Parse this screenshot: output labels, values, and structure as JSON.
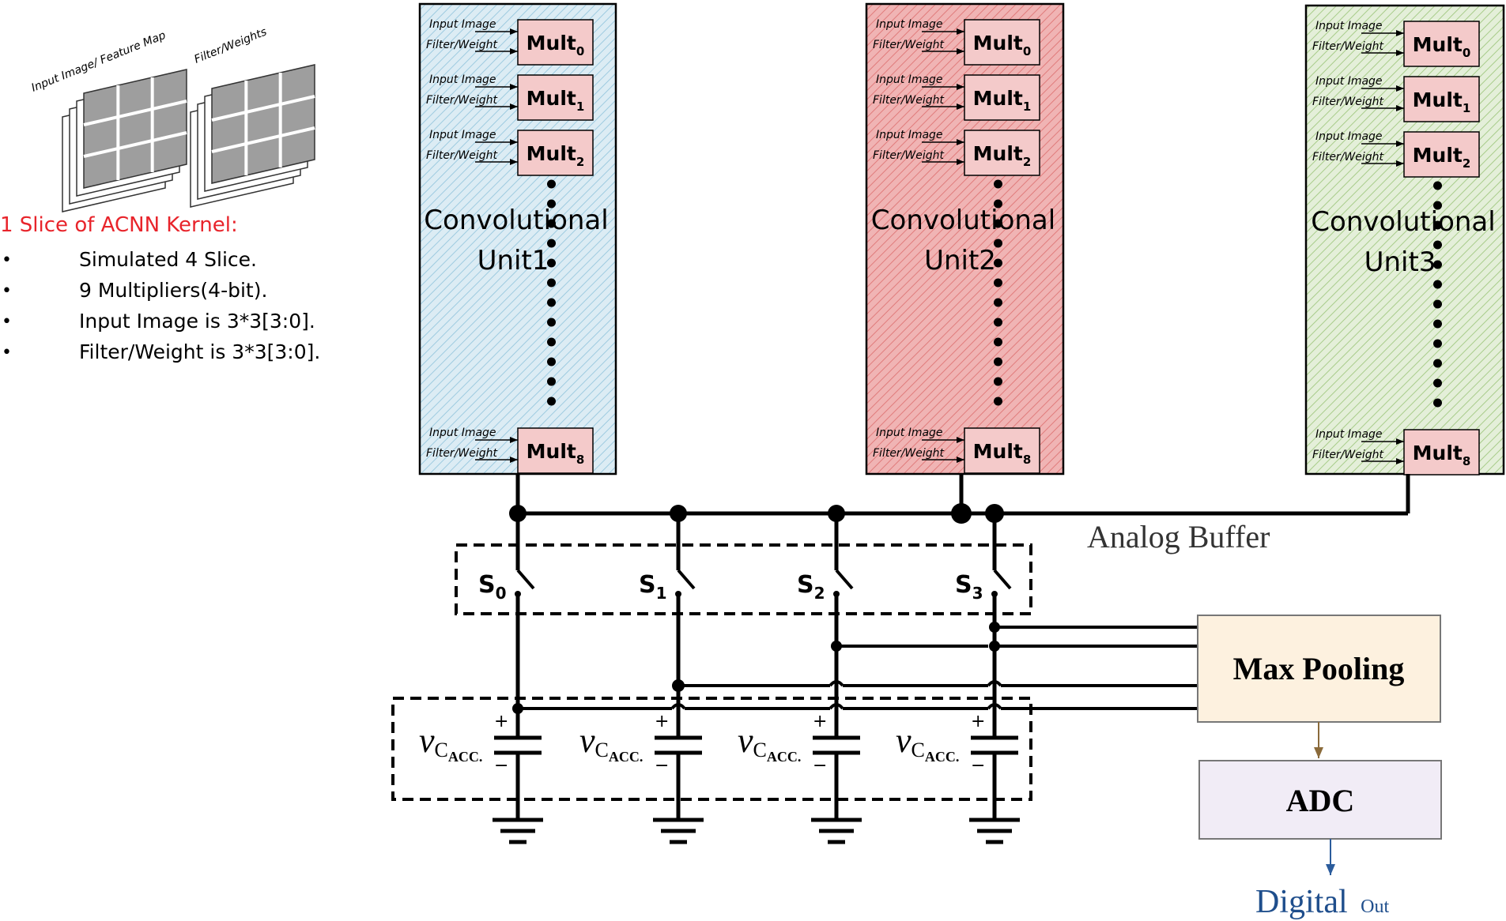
{
  "legend": {
    "cube_labels": [
      "Input Image/ Feature Map",
      "Filter/Weights"
    ],
    "kernel_title": "1 Slice of ACNN Kernel:",
    "bullets": [
      "Simulated 4 Slice.",
      "9 Multipliers(4-bit).",
      "Input Image is 3*3[3:0].",
      "Filter/Weight is 3*3[3:0]."
    ],
    "bullet_char": "•"
  },
  "conv_units": [
    {
      "line1": "Convolutional",
      "line2": "Unit1",
      "fill": "#dcecf4",
      "hatch": "#9ecbe0"
    },
    {
      "line1": "Convolutional",
      "line2": "Unit2",
      "fill": "#f0b4b4",
      "hatch": "#e07b7b"
    },
    {
      "line1": "Convolutional",
      "line2": "Unit3",
      "fill": "#e4efd9",
      "hatch": "#a8cc8a"
    }
  ],
  "multiplier": {
    "label": "Mult",
    "subscripts": [
      "0",
      "1",
      "2",
      "8"
    ],
    "input_labels": [
      "Input Image",
      "Filter/Weight"
    ],
    "fill": "#f4caca"
  },
  "analog_buffer": "Analog Buffer",
  "switches": [
    {
      "label": "S",
      "sub": "0"
    },
    {
      "label": "S",
      "sub": "1"
    },
    {
      "label": "S",
      "sub": "2"
    },
    {
      "label": "S",
      "sub": "3"
    }
  ],
  "capacitor": {
    "symbol": "v",
    "sub": "C",
    "subsub": "ACC.",
    "plus": "+",
    "minus": "−"
  },
  "max_pooling": {
    "label": "Max Pooling",
    "fill": "#fdf1df"
  },
  "adc": {
    "label": "ADC",
    "fill": "#f1ecf6"
  },
  "digital_out": {
    "label": "Digital",
    "sub": "Out",
    "color": "#1f4e8c"
  },
  "colors": {
    "kernel_title": "#e8242b",
    "wire": "#000000",
    "arrow_brown": "#8a6a3a",
    "arrow_blue": "#2b5c9c"
  }
}
